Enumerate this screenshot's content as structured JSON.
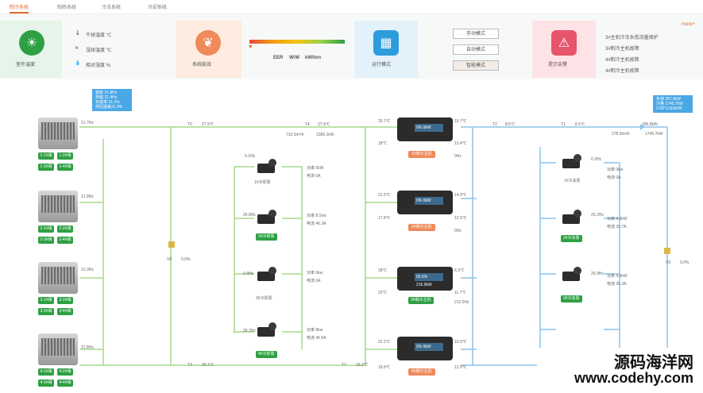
{
  "tabs": [
    "制冷系统",
    "制热系统",
    "冷冻系统",
    "冷却系统"
  ],
  "outdoor": {
    "label": "室外温度",
    "dry": "干球温度 ℃",
    "wet": "湿球温度 ℃",
    "humidity": "相对湿度 %"
  },
  "energy": {
    "label": "系统能效",
    "eer": "EER",
    "unit1": "W/W",
    "unit2": "kW/ton"
  },
  "mode": {
    "label": "运行模式",
    "buttons": [
      "手动模式",
      "自动模式",
      "智能模式"
    ]
  },
  "alarm": {
    "label": "提示告警",
    "items": [
      "3#主机冷冻水低流量保护",
      "3#制冷主机故障",
      "4#制冷主机故障",
      "4#制冷主机故障"
    ],
    "more": "more+"
  },
  "left_info": [
    "频率 21.8Hz",
    "扬程 21.4Hz",
    "负载率 21.1%",
    "供回温差21.9%"
  ],
  "right_info": [
    "负荷 287.8kW",
    "冷量 1745.7kW",
    "COP 6.5kW/W"
  ],
  "towers": [
    {
      "hz": "21.7Hz",
      "tags": [
        "1-1#阀",
        "1-2#阀",
        "1-3#阀",
        "1-4#阀"
      ]
    },
    {
      "hz": "21.8Hz",
      "tags": [
        "2-1#阀",
        "2-2#阀",
        "2-3#阀",
        "2-4#阀"
      ]
    },
    {
      "hz": "21.3Hz",
      "tags": [
        "3-1#阀",
        "3-2#阀",
        "3-3#阀",
        "3-4#阀"
      ]
    },
    {
      "hz": "21.8Hz",
      "tags": [
        "4-1#阀",
        "4-2#阀",
        "4-3#阀",
        "4-4#阀"
      ]
    }
  ],
  "pipes": {
    "t0": "T0",
    "t0v": "27.9℃",
    "t4": "T4",
    "t4v": "27.9℃",
    "flow1": "710.5m³/h",
    "load1": "2386.1kW",
    "v8": "V8",
    "v8v": "0.0%",
    "t3": "T3",
    "t3v": "25.1℃",
    "t7": "T7",
    "t7v": "23.2℃",
    "t2": "T2",
    "t2v": "8.5℃",
    "t1": "T1",
    "t1v": "8.5℃",
    "flow2": "278.5m³/h",
    "power2": "1745.7kW",
    "pwr": "286.8kW",
    "v9": "V9",
    "v9v": "0.0%"
  },
  "cool_pumps": [
    {
      "name": "1#冷却泵",
      "hz": "0.1Hz",
      "pw": "功率 0kW",
      "cur": "电流 0A"
    },
    {
      "name": "2#冷却泵",
      "hz": "26.8Hz",
      "pw": "功率 8.1kw",
      "cur": "电流 46.3A"
    },
    {
      "name": "3#冷却泵",
      "hz": "0.4Hz",
      "pw": "功率 0kw",
      "cur": "电流 0A"
    },
    {
      "name": "4#冷却泵",
      "hz": "28.2Hz",
      "pw": "功率 8kw",
      "cur": "电流 46.5A"
    }
  ],
  "chillers": [
    {
      "name": "1#制冷主机",
      "l1": "25.7℃",
      "l2": "18℃",
      "r1": "15.7℃",
      "r2": "13.4℃",
      "freq": "0Hz",
      "pct": "0%",
      "kw": "0kW"
    },
    {
      "name": "2#制冷主机",
      "l1": "21.5℃",
      "l2": "17.8℃",
      "r1": "14.9℃",
      "r2": "12.5℃",
      "freq": "0Hz",
      "pct": "0%",
      "kw": "0kW"
    },
    {
      "name": "3#制冷主机",
      "l1": "28℃",
      "l2": "23℃",
      "r1": "6.3℃",
      "r2": "11.7℃",
      "freq": "212.5Hz",
      "pct": "55.6%",
      "kw": "216.9kW"
    },
    {
      "name": "4#制冷主机",
      "l1": "22.2℃",
      "l2": "18.8℃",
      "r1": "15.9℃",
      "r2": "13.9℃",
      "freq": "",
      "pct": "0%",
      "kw": "0kW"
    }
  ],
  "chill_pumps": [
    {
      "name": "1#冷冻泵",
      "hz": "0.2Hz",
      "pw": "功率 0kw",
      "cur": "电流 0A"
    },
    {
      "name": "2#冷冻泵",
      "hz": "25.2Hz",
      "pw": "功率 4.9kW",
      "cur": "电流 29.7A"
    },
    {
      "name": "3#冷冻泵",
      "hz": "25.9Hz",
      "pw": "功率 4.9kW",
      "cur": "电流 35.3A"
    }
  ],
  "watermark": {
    "cn": "源码海洋网",
    "url": "www.codehy.com"
  }
}
